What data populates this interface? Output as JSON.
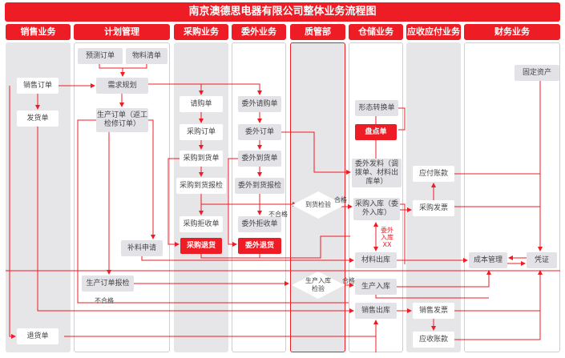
{
  "title": "南京澳德思电器有限公司整体业务流程图",
  "lanes": [
    "销售业务",
    "计划管理",
    "采购业务",
    "委外业务",
    "质管部",
    "仓储业务",
    "应收应付业务",
    "财务业务"
  ],
  "nodes": {
    "forecast_order": "预测订单",
    "bom": "物料清单",
    "sales_order": "销售订单",
    "demand_planning": "需求规划",
    "delivery_note": "发货单",
    "production_order": "生产订单（返工检修订单）",
    "purchase_requisition": "请购单",
    "purchase_order": "采购订单",
    "purchase_arrival": "采购到货单",
    "purchase_inspection": "采购到货报检",
    "purchase_rejection": "采购拒收单",
    "purchase_return": "采购退货",
    "outsource_requisition": "委外请购单",
    "outsource_order": "委外订单",
    "outsource_arrival": "委外到货单",
    "outsource_inspection": "委外到货报检",
    "outsource_rejection": "委外拒收单",
    "outsource_return": "委外退货",
    "material_supplement": "补料申请",
    "production_inspection": "生产订单报检",
    "sales_return": "退货单",
    "arrival_check": "到货检验",
    "production_check": "生产入库检验",
    "form_conversion": "形态转换单",
    "stocktake": "盘点单",
    "outsource_issue": "委外发料（调拨单、材料出库单）",
    "purchase_inbound": "采购入库（委外入库）",
    "material_outbound": "材料出库",
    "production_inbound": "生产入库",
    "sales_outbound": "销售出库",
    "payable": "应付账款",
    "purchase_invoice": "采购发票",
    "sales_invoice": "销售发票",
    "receivable": "应收账款",
    "fixed_assets": "固定资产",
    "cost_management": "成本管理",
    "voucher": "凭证"
  },
  "labels": {
    "pass1": "合格",
    "fail1": "不合格",
    "pass2": "合格",
    "fail2": "不合格",
    "outsource_inbound_xx": "委外入库XX"
  },
  "colors": {
    "accent": "#ee1c25",
    "lane_gray": "#e6e5e8"
  }
}
